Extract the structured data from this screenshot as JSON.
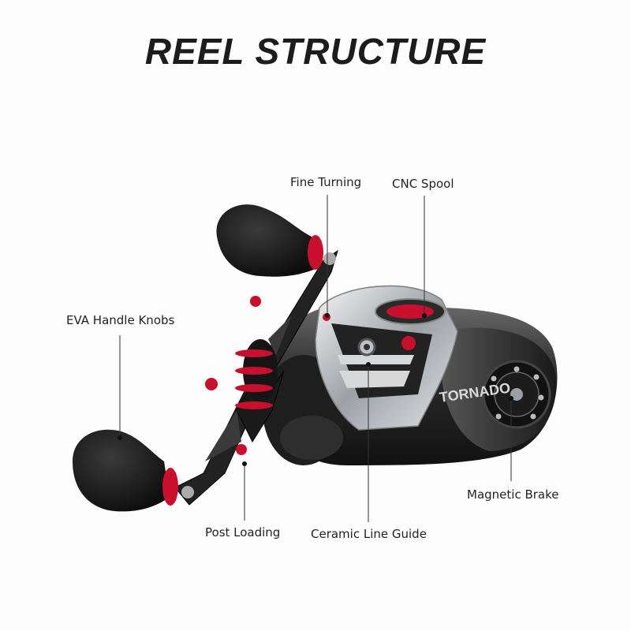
{
  "title": "REEL STRUCTURE",
  "callouts": {
    "fine_turning": "Fine Turning",
    "cnc_spool": "CNC Spool",
    "eva_handle_knobs": "EVA Handle Knobs",
    "magnetic_brake": "Magnetic Brake",
    "post_loading": "Post Loading",
    "ceramic_line_guide": "Ceramic Line Guide"
  },
  "reel_brand": "TORNADO",
  "colors": {
    "accent": "#c8102e",
    "body": "#2a2a2a",
    "chrome": "#c9ccd0",
    "leader_line": "#333333"
  }
}
